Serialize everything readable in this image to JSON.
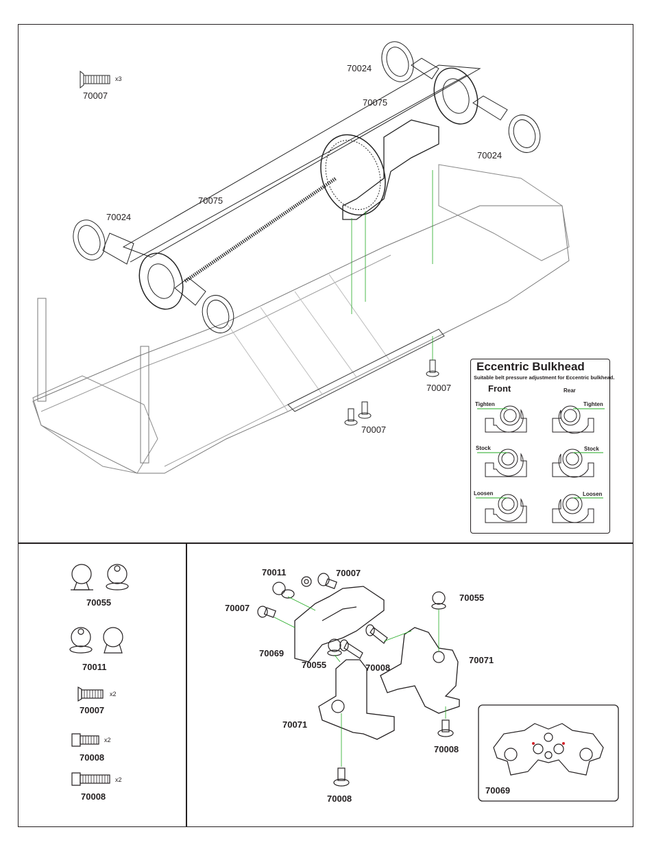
{
  "main_parts": {
    "screw_top": {
      "code": "70007",
      "qty": "x3"
    },
    "bearing_top": "70024",
    "belt_top": "70075",
    "bearing_right": "70024",
    "belt_left": "70075",
    "bearing_left": "70024",
    "screw_center": "70007",
    "screw_bottom": "70007"
  },
  "eccentric": {
    "title": "Eccentric Bulkhead",
    "subtitle": "Suitable belt pressure adjustment for Eccentric bulkhead.",
    "front": "Front",
    "rear": "Rear",
    "tighten": "Tighten",
    "stock": "Stock",
    "loosen": "Loosen"
  },
  "bag_list": [
    {
      "code": "70055",
      "qty": ""
    },
    {
      "code": "70011",
      "qty": ""
    },
    {
      "code": "70007",
      "qty": "x2"
    },
    {
      "code": "70008",
      "qty": "x2"
    },
    {
      "code": "70008",
      "qty": "x2"
    }
  ],
  "assembly": {
    "l_70011": "70011",
    "l_70007a": "70007",
    "l_70007b": "70007",
    "l_70055a": "70055",
    "l_70069": "70069",
    "l_70055b": "70055",
    "l_70008a": "70008",
    "l_70071a": "70071",
    "l_70071b": "70071",
    "l_70008b": "70008",
    "l_70008c": "70008",
    "inset": "70069"
  }
}
